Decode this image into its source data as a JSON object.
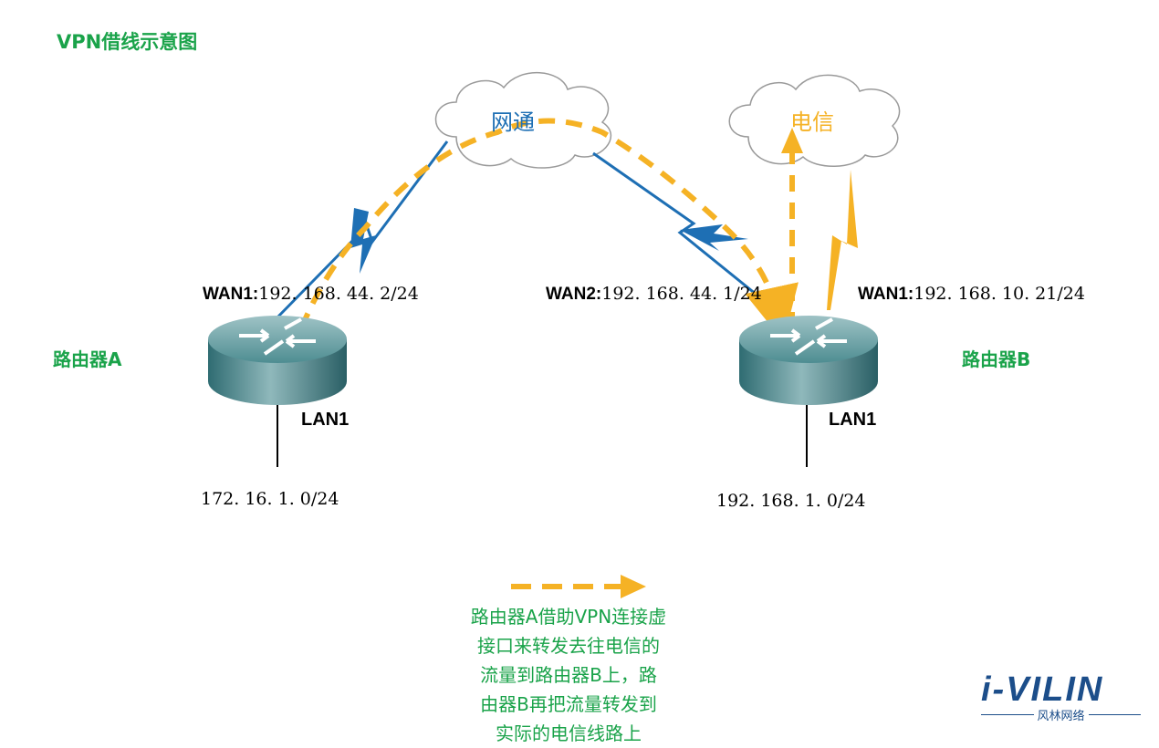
{
  "title": "VPN借线示意图",
  "clouds": {
    "wangtong": "网通",
    "dianxin": "电信"
  },
  "router_a": {
    "name": "路由器A",
    "wan_label": "WAN1:",
    "wan_ip": "192. 168. 44. 2/24",
    "lan_label": "LAN1",
    "lan_net": "172. 16. 1. 0/24"
  },
  "router_b": {
    "name": "路由器B",
    "wan2_label": "WAN2:",
    "wan2_ip": "192. 168. 44. 1/24",
    "wan1_label": "WAN1:",
    "wan1_ip": "192. 168. 10. 21/24",
    "lan_label": "LAN1",
    "lan_net": "192. 168. 1. 0/24"
  },
  "legend": {
    "line1": "路由器A借助VPN连接虚",
    "line2": "接口来转发去往电信的",
    "line3": "流量到路由器B上，路",
    "line4": "由器B再把流量转发到",
    "line5": "实际的电信线路上"
  },
  "logo": {
    "main": "i-VILIN",
    "sub": "风林网络"
  },
  "colors": {
    "green": "#1aa34a",
    "blue": "#1e6fb4",
    "orange": "#f5b225",
    "router": "#2f6c72"
  }
}
